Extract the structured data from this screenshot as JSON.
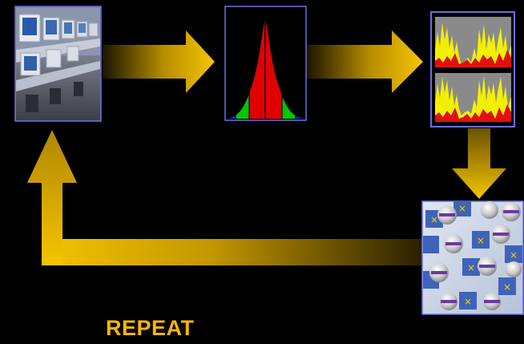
{
  "caption": {
    "text": "REPEAT"
  },
  "colors": {
    "background": "#000000",
    "arrow_gold": "#f5c400",
    "arrow_dark": "#1a1400",
    "frame_blue": "#5a62d8",
    "caption": "#f5b800",
    "curve_red": "#e00000",
    "curve_green": "#00c800",
    "curve_blue": "#1030e0",
    "hist_yellow": "#f2f000",
    "hist_red": "#e01010",
    "hist_bg": "#8a8a8a"
  },
  "nodes": [
    {
      "id": "computer-lab",
      "icon": "computer-lab-photo"
    },
    {
      "id": "bell-curve",
      "icon": "normal-distribution-icon"
    },
    {
      "id": "histograms",
      "icon": "signal-histogram-icon"
    },
    {
      "id": "spheres-collage",
      "icon": "spheres-logo-collage"
    }
  ],
  "flow": [
    "computer-lab",
    "bell-curve",
    "histograms",
    "spheres-collage",
    "computer-lab"
  ]
}
